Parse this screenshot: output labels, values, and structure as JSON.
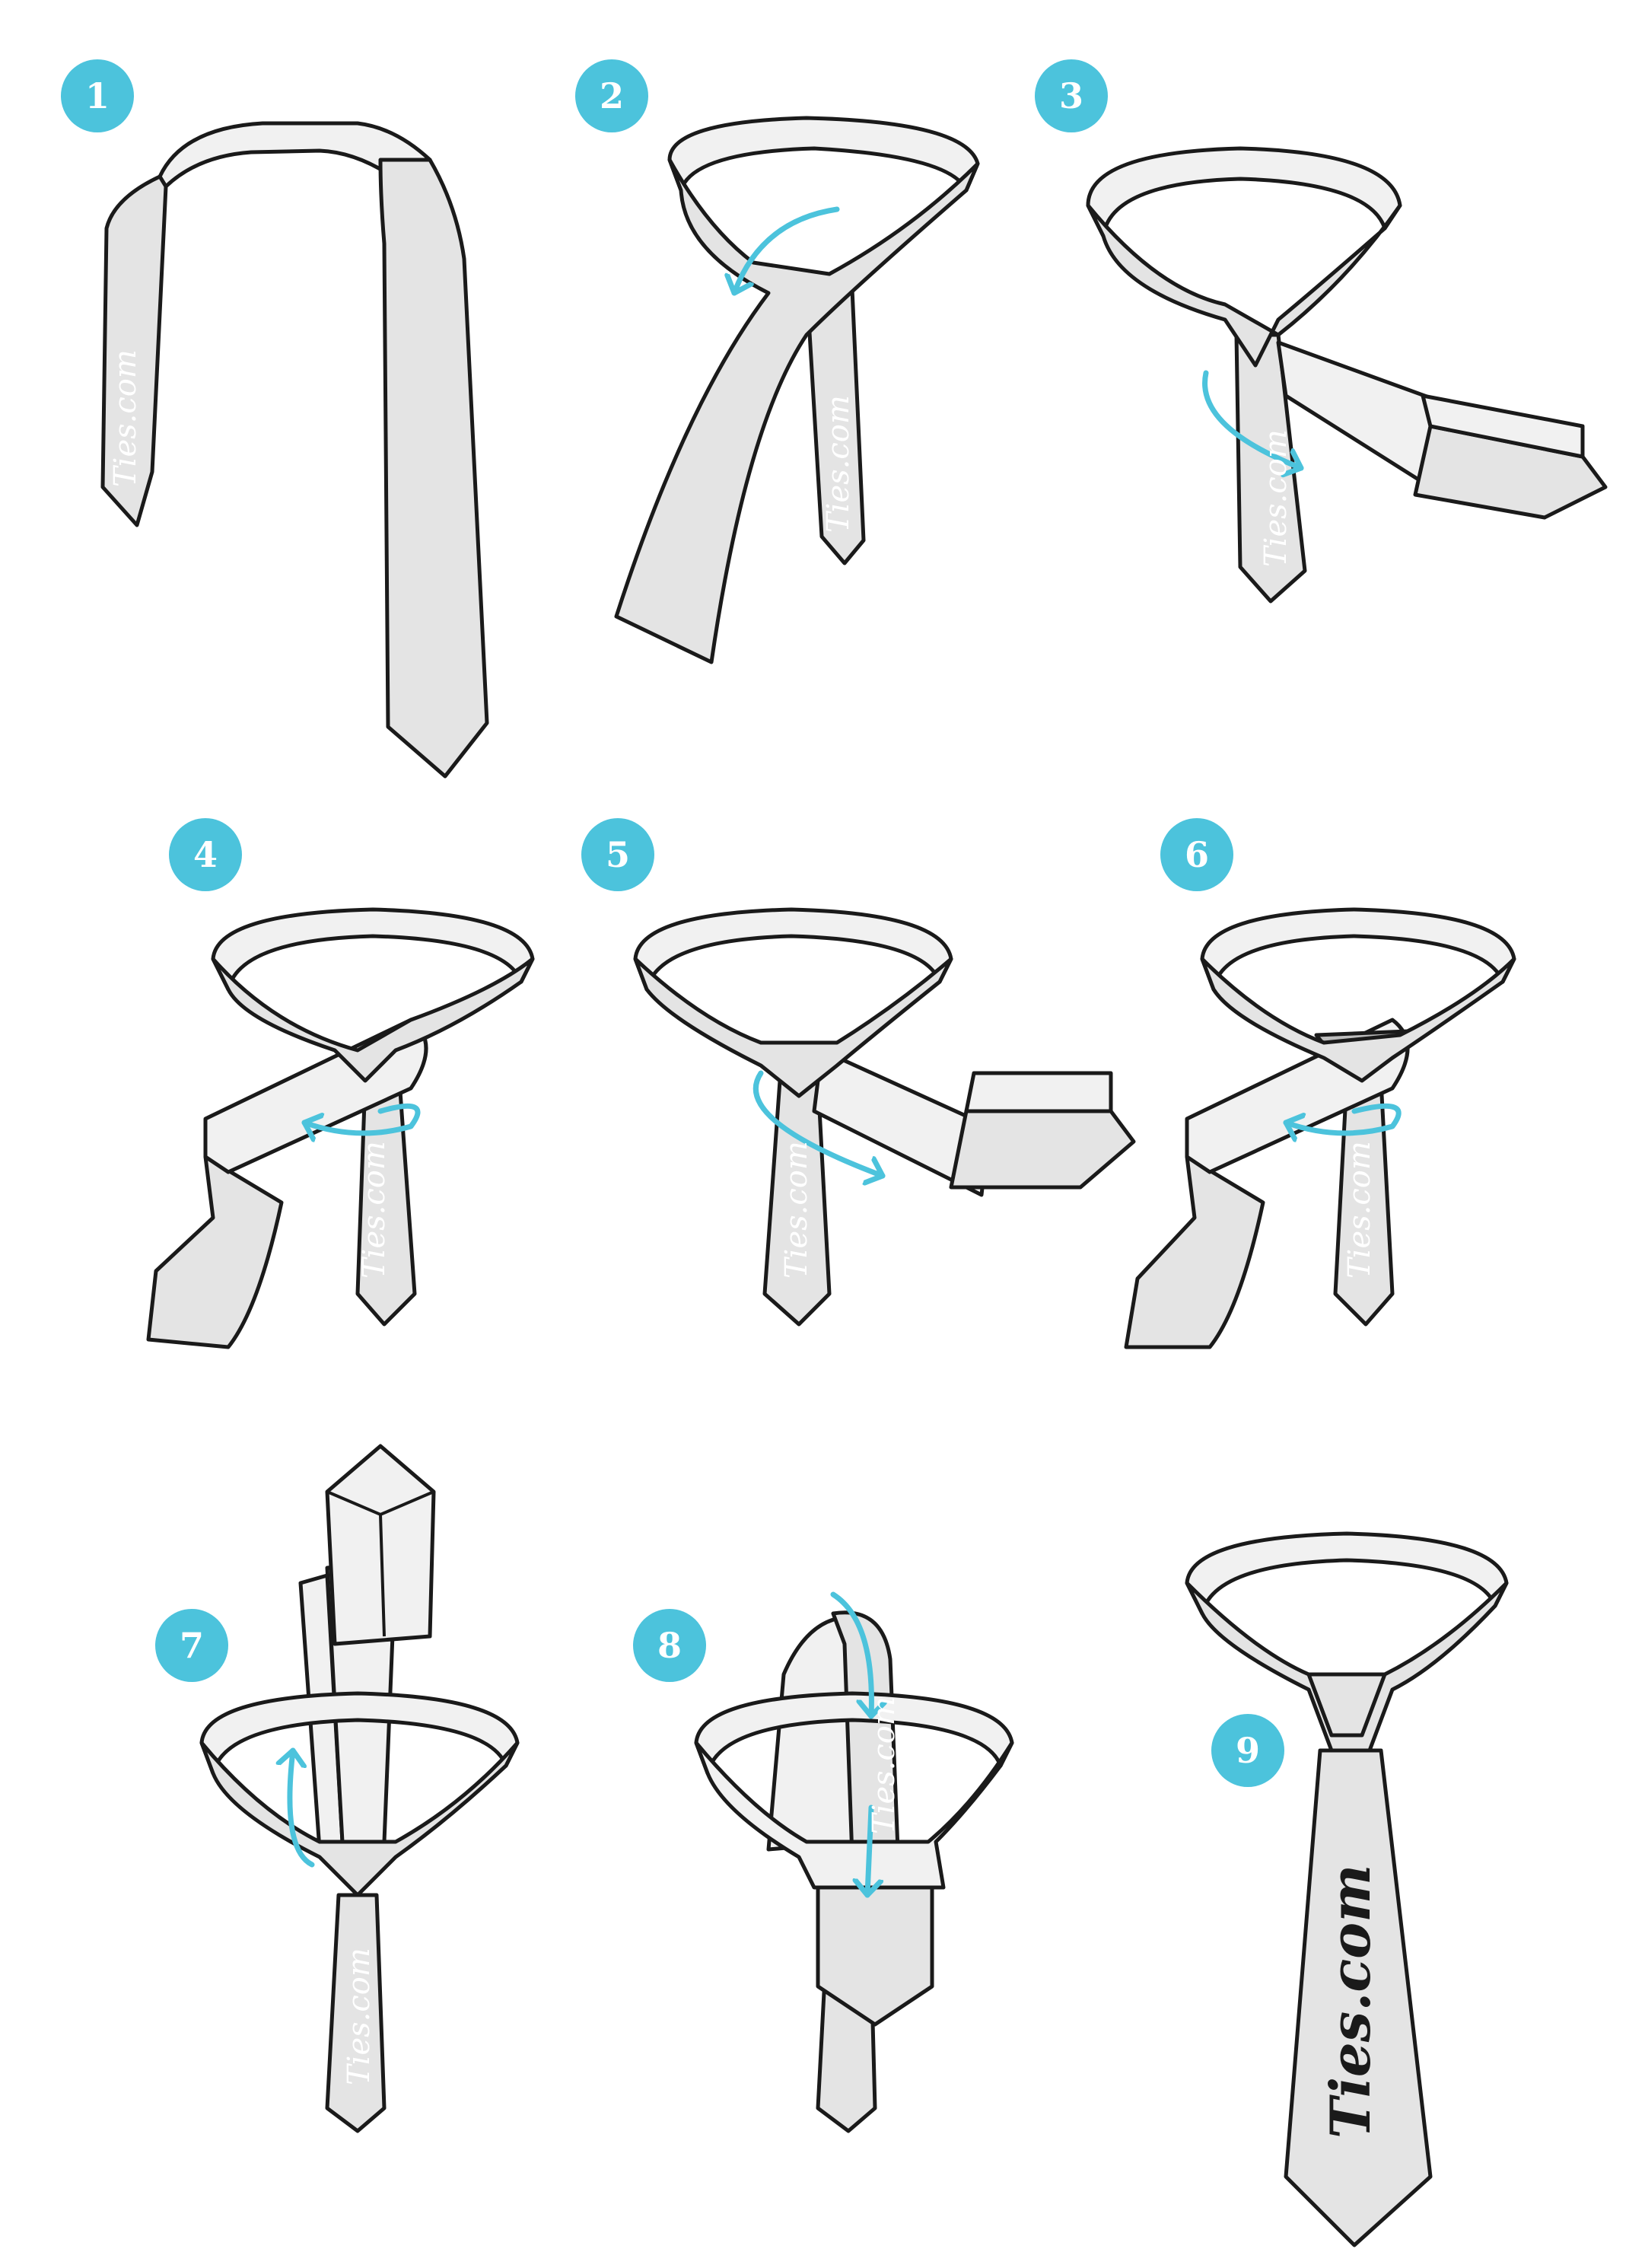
{
  "brand": {
    "watermark": "Ties.com",
    "badge_color": "#4cc3dc",
    "arrow_color": "#4cc3dc",
    "tie_fill": "#e4e4e4",
    "outline_color": "#1a1a1a"
  },
  "steps": [
    {
      "number": "1"
    },
    {
      "number": "2"
    },
    {
      "number": "3"
    },
    {
      "number": "4"
    },
    {
      "number": "5"
    },
    {
      "number": "6"
    },
    {
      "number": "7"
    },
    {
      "number": "8"
    },
    {
      "number": "9"
    }
  ]
}
